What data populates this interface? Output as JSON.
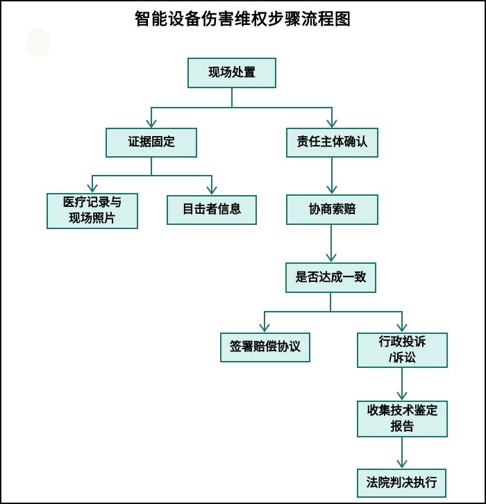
{
  "title": "智能设备伤害维权步骤流程图",
  "diagram_type": "flowchart",
  "nodes": {
    "onsite": {
      "label": "现场处置"
    },
    "evidence": {
      "label": "证据固定"
    },
    "responsible": {
      "label": "责任主体确认"
    },
    "medical": {
      "label": "医疗记录与\n现场照片"
    },
    "witness": {
      "label": "目击者信息"
    },
    "negotiate": {
      "label": "协商索赔"
    },
    "agreement": {
      "label": "是否达成一致"
    },
    "sign": {
      "label": "签署赔偿协议"
    },
    "admin": {
      "label": "行政投诉\n/诉讼"
    },
    "collect": {
      "label": "收集技术鉴定\n报告"
    },
    "court": {
      "label": "法院判决执行"
    }
  },
  "edges": [
    {
      "from": "现场处置",
      "to": "证据固定"
    },
    {
      "from": "现场处置",
      "to": "责任主体确认"
    },
    {
      "from": "证据固定",
      "to": "医疗记录与现场照片"
    },
    {
      "from": "证据固定",
      "to": "目击者信息"
    },
    {
      "from": "责任主体确认",
      "to": "协商索赔"
    },
    {
      "from": "协商索赔",
      "to": "是否达成一致"
    },
    {
      "from": "是否达成一致",
      "to": "签署赔偿协议"
    },
    {
      "from": "是否达成一致",
      "to": "行政投诉/诉讼"
    },
    {
      "from": "行政投诉/诉讼",
      "to": "收集技术鉴定报告"
    },
    {
      "from": "收集技术鉴定报告",
      "to": "法院判决执行"
    }
  ],
  "colors": {
    "node_fill": "#d7f2ee",
    "node_border": "#1d756f",
    "arrow": "#1d756f",
    "page_border": "#111111",
    "title_color": "#000000"
  }
}
